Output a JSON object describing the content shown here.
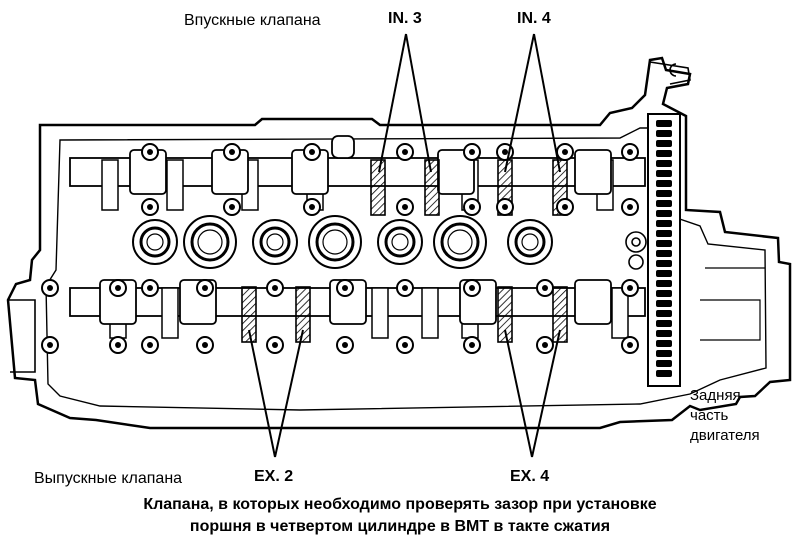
{
  "labels": {
    "intake_valves": "Впускные клапана",
    "exhaust_valves": "Выпускные клапана",
    "in3": "IN. 3",
    "in4": "IN. 4",
    "ex2": "EX. 2",
    "ex4": "EX. 4",
    "rear_part": [
      "Задняя",
      "часть",
      "двигателя"
    ]
  },
  "caption": [
    "Клапана, в которых необходимо проверять зазор при установке",
    "поршня в четвертом цилиндре в ВМТ в такте сжатия"
  ]
}
